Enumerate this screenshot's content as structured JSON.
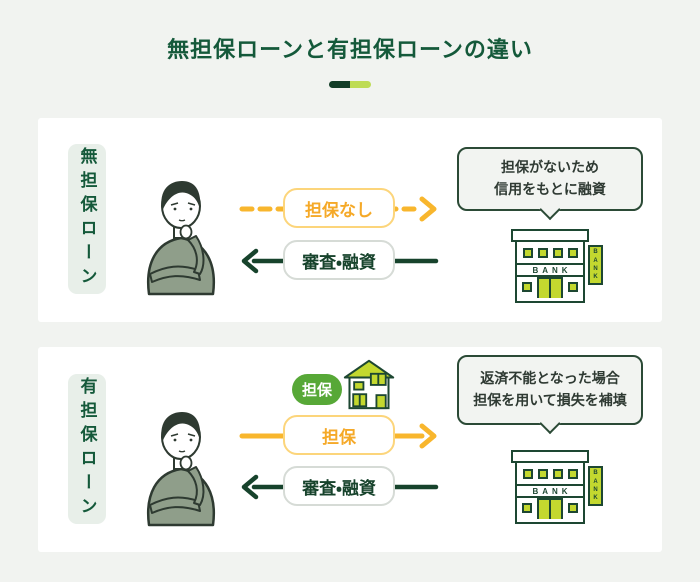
{
  "title": "無担保ローンと有担保ローンの違い",
  "bank": {
    "band_label": "BANK",
    "sign_letters": [
      "B",
      "A",
      "N",
      "K"
    ]
  },
  "panels": [
    {
      "label": "無担保ローン",
      "top_arrow_label": "担保なし",
      "top_arrow_style": "dashed-yellow",
      "bottom_arrow_label": "審査・融資",
      "bubble_line1": "担保がないため",
      "bubble_line2": "信用をもとに融資"
    },
    {
      "label": "有担保ローン",
      "collateral_badge": "担保",
      "top_arrow_label": "担保",
      "top_arrow_style": "solid-yellow",
      "bottom_arrow_label": "審査・融資",
      "bubble_line1": "返済不能となった場合",
      "bubble_line2": "担保を用いて損失を補填"
    }
  ],
  "colors": {
    "title_green": "#14593a",
    "arrow_green": "#17432c",
    "arrow_yellow": "#f8b62d",
    "lime": "#c3d82f",
    "badge_green": "#57a837",
    "page_bg": "#f1f3f0",
    "panel_bg": "#ffffff"
  }
}
